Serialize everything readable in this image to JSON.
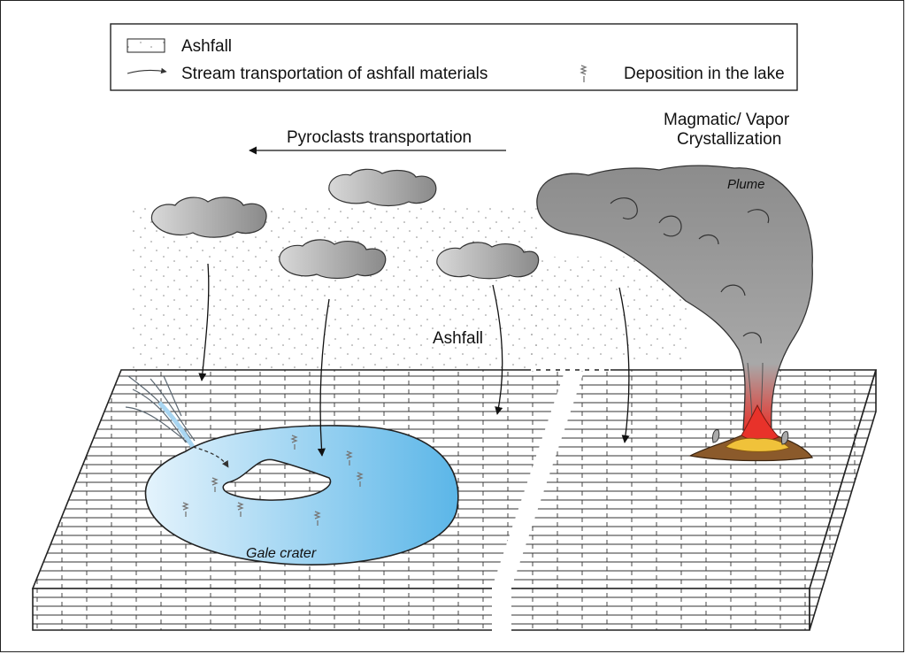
{
  "legend": {
    "ashfall": "Ashfall",
    "stream": "Stream transportation of ashfall materials",
    "deposition": "Deposition in the lake"
  },
  "labels": {
    "pyroclasts": "Pyroclasts transportation",
    "magmatic_line1": "Magmatic/ Vapor",
    "magmatic_line2": "Crystallization",
    "plume": "Plume",
    "ashfall": "Ashfall",
    "crater": "Gale crater"
  },
  "colors": {
    "cloud": "#9a9a9a",
    "plume": "#8c8c8c",
    "lake": "#a9d6f2",
    "lava": "#e8322a",
    "ground_line": "#222222"
  }
}
